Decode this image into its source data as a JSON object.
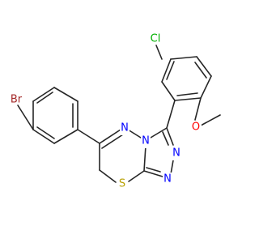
{
  "molecule": {
    "atoms": {
      "br": {
        "text": "Br",
        "color": "#a52a2a"
      },
      "cl": {
        "text": "Cl",
        "color": "#00b000"
      },
      "o": {
        "text": "O",
        "color": "#ff0000"
      },
      "n_ring": {
        "text": "N",
        "color": "#0000ff"
      },
      "n_bridge": {
        "text": "N",
        "color": "#0000ff"
      },
      "n_triazole_1": {
        "text": "N",
        "color": "#0000ff"
      },
      "n_triazole_2": {
        "text": "N",
        "color": "#0000ff"
      },
      "s": {
        "text": "S",
        "color": "#b8a000"
      }
    },
    "bond_color": "#262626"
  }
}
